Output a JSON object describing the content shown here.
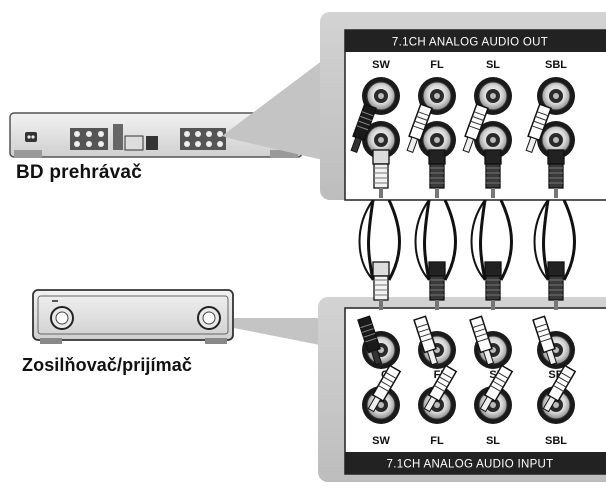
{
  "devices": {
    "bd_player_label": "BD prehrávač",
    "amplifier_label": "Zosilňovač/prijímač"
  },
  "panels": {
    "out_title": "7.1CH ANALOG AUDIO OUT",
    "in_title": "7.1CH ANALOG AUDIO INPUT",
    "out_jacks_top": [
      "SW",
      "FL",
      "SL",
      "SBL"
    ],
    "in_jacks_mid": [
      "C",
      "FR",
      "SR",
      "SBR"
    ],
    "in_jacks_bottom": [
      "SW",
      "FL",
      "SL",
      "SBL"
    ]
  },
  "colors": {
    "panel_gray": "#c9c9c9",
    "panel_bg": "#ffffff",
    "jack_dark": "#1a1a1a",
    "title_bar": "#222222"
  }
}
